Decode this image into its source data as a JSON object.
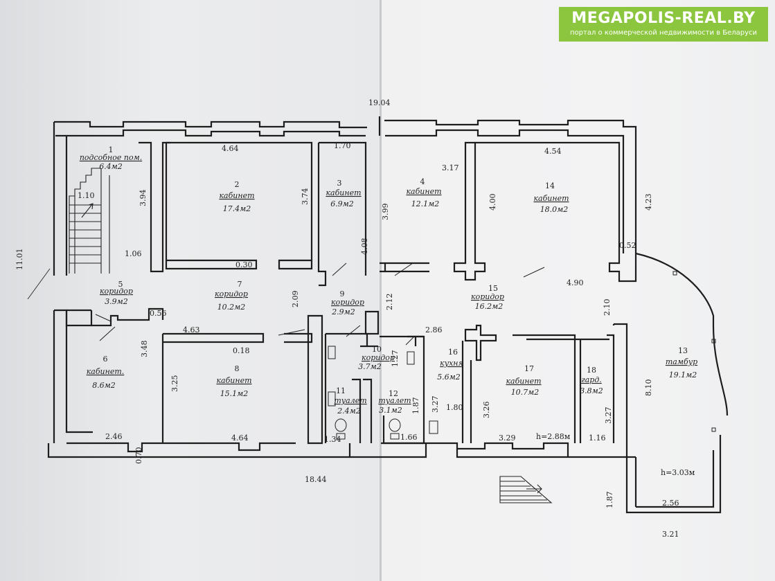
{
  "brand": {
    "title": "MEGAPOLIS-REAL.BY",
    "subtitle": "портал о коммерческой недвижимости в Беларуси",
    "color": "#8cc63f"
  },
  "plan": {
    "overall": {
      "top": "19.04",
      "bottom": "18.44",
      "left": "11.01"
    },
    "rooms": [
      {
        "num": "1",
        "name": "подсобное пом.",
        "area": "6.4м2"
      },
      {
        "num": "2",
        "name": "кабинет",
        "area": "17.4м2"
      },
      {
        "num": "3",
        "name": "кабинет",
        "area": "6.9м2"
      },
      {
        "num": "4",
        "name": "кабинет",
        "area": "12.1м2"
      },
      {
        "num": "14",
        "name": "кабинет",
        "area": "18.0м2"
      },
      {
        "num": "5",
        "name": "коридор",
        "area": "3.9м2"
      },
      {
        "num": "7",
        "name": "коридор",
        "area": "10.2м2"
      },
      {
        "num": "9",
        "name": "коридор",
        "area": "2.9м2"
      },
      {
        "num": "15",
        "name": "коридор",
        "area": "16.2м2"
      },
      {
        "num": "6",
        "name": "кабинет.",
        "area": "8.6м2"
      },
      {
        "num": "8",
        "name": "кабинет",
        "area": "15.1м2"
      },
      {
        "num": "10",
        "name": "коридор",
        "area": "3.7м2"
      },
      {
        "num": "11",
        "name": "туалет",
        "area": "2.4м2"
      },
      {
        "num": "12",
        "name": "туалет",
        "area": "3.1м2"
      },
      {
        "num": "16",
        "name": "кухня",
        "area": "5.6м2"
      },
      {
        "num": "17",
        "name": "кабинет",
        "area": "10.7м2"
      },
      {
        "num": "18",
        "name": "гард.",
        "area": "3.8м2"
      },
      {
        "num": "13",
        "name": "тамбур",
        "area": "19.1м2"
      }
    ],
    "dims": [
      "4.64",
      "1.70",
      "3.17",
      "4.54",
      "3.94",
      "3.74",
      "3.99",
      "4.00",
      "4.23",
      "1.10",
      "1.06",
      "0.30",
      "4.08",
      "0.52",
      "2.09",
      "2.12",
      "4.90",
      "2.10",
      "0.56",
      "4.63",
      "0.18",
      "3.48",
      "2.86",
      "1.27",
      "3.25",
      "1.87",
      "3.27",
      "1.80",
      "3.26",
      "3.27",
      "8.10",
      "2.46",
      "0.70",
      "4.64",
      "1.34",
      "1.66",
      "3.29",
      "1.16",
      "1.87",
      "2.56",
      "3.21"
    ],
    "heights": [
      "h=2.88м",
      "h=3.03м"
    ]
  }
}
